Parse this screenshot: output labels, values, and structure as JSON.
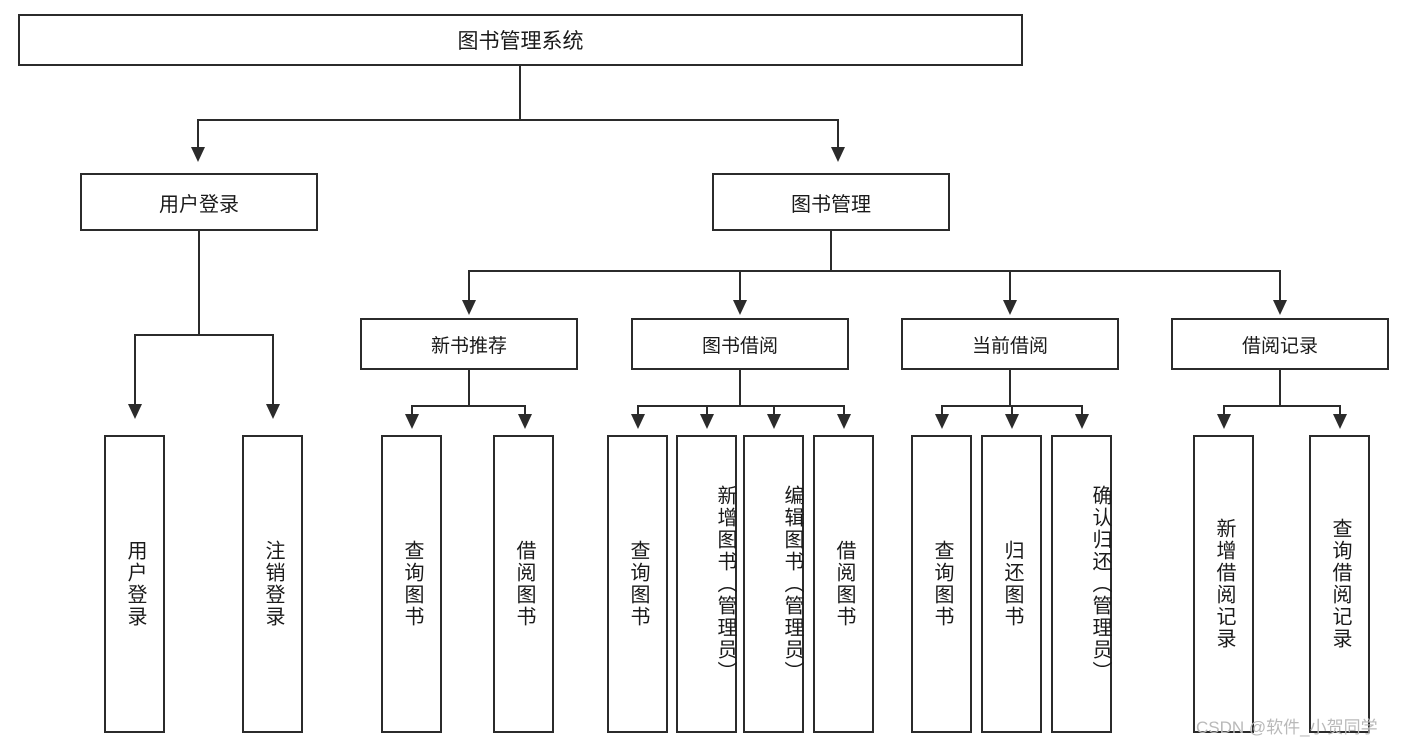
{
  "diagram": {
    "title": "图书管理系统",
    "root": {
      "label": "图书管理系统"
    },
    "tier1": [
      {
        "label": "用户登录"
      },
      {
        "label": "图书管理"
      }
    ],
    "tier2": [
      {
        "label": "新书推荐"
      },
      {
        "label": "图书借阅"
      },
      {
        "label": "当前借阅"
      },
      {
        "label": "借阅记录"
      }
    ],
    "leaves": [
      {
        "label": "用户登录"
      },
      {
        "label": "注销登录"
      },
      {
        "label": "查询图书"
      },
      {
        "label": "借阅图书"
      },
      {
        "label": "查询图书"
      },
      {
        "label": "新增图书（管理员）"
      },
      {
        "label": "编辑图书（管理员）"
      },
      {
        "label": "借阅图书"
      },
      {
        "label": "查询图书"
      },
      {
        "label": "归还图书"
      },
      {
        "label": "确认归还（管理员）"
      },
      {
        "label": "新增借阅记录"
      },
      {
        "label": "查询借阅记录"
      }
    ],
    "watermark": "CSDN @软件_小贺同学",
    "colors": {
      "stroke": "#2b2b2b",
      "fill": "#ffffff",
      "text": "#1a1a1a",
      "watermark": "#b9b9b9"
    }
  }
}
